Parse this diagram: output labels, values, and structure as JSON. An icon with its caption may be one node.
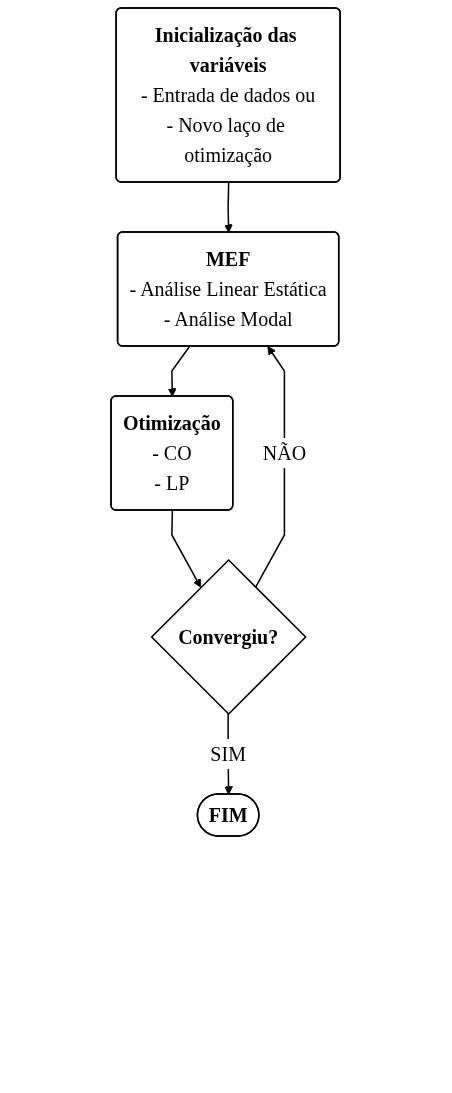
{
  "diagram": {
    "nodes": [
      {
        "text": [
          "Inicialização das variáveis",
          "- Entrada de dados ou",
          "- Novo laço de otimização"
        ]
      },
      {
        "text": [
          "MEF",
          "- Análise Linear Estática",
          "- Análise Modal"
        ]
      },
      {
        "text": [
          "Otimização",
          "- CO",
          "- LP"
        ]
      },
      {
        "text": [
          "Convergiu?"
        ]
      },
      {
        "text": [
          "FIM"
        ]
      }
    ],
    "edges": [
      {
        "from": 0,
        "to": 1,
        "arrow": "to"
      },
      {
        "from": 1,
        "to": 2,
        "arrow": "to"
      },
      {
        "from": 2,
        "to": 3,
        "arrow": "to"
      },
      {
        "from": 3,
        "to": 1,
        "arrow": "to",
        "label": "NÃO"
      },
      {
        "from": 3,
        "to": 4,
        "arrow": "to",
        "label": "SIM"
      }
    ]
  }
}
